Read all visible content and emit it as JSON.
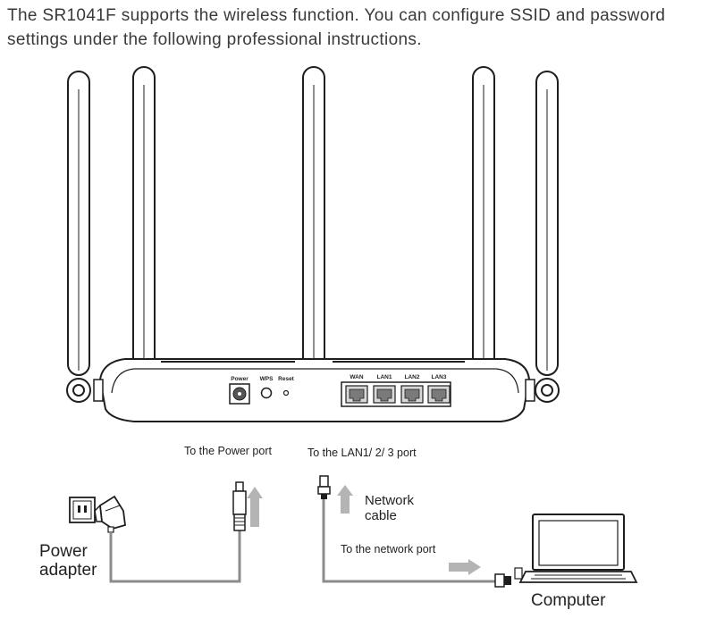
{
  "intro_text": "The SR1041F supports the wireless function. You can configure SSID and password settings under the following professional instructions.",
  "router_ports": {
    "power": "Power",
    "wps": "WPS",
    "reset": "Reset",
    "wan": "WAN",
    "lan1": "LAN1",
    "lan2": "LAN2",
    "lan3": "LAN3"
  },
  "labels": {
    "to_power_port": "To the Power port",
    "to_lan_port": "To the LAN1/ 2/ 3 port",
    "network_cable": [
      "Network",
      "cable"
    ],
    "to_network_port": "To  the network port",
    "power_adapter": [
      "Power",
      "adapter"
    ],
    "computer": "Computer"
  },
  "colors": {
    "line": "#1e1e1e",
    "cable": "#8c8c8c",
    "arrow": "#b4b4b4"
  }
}
